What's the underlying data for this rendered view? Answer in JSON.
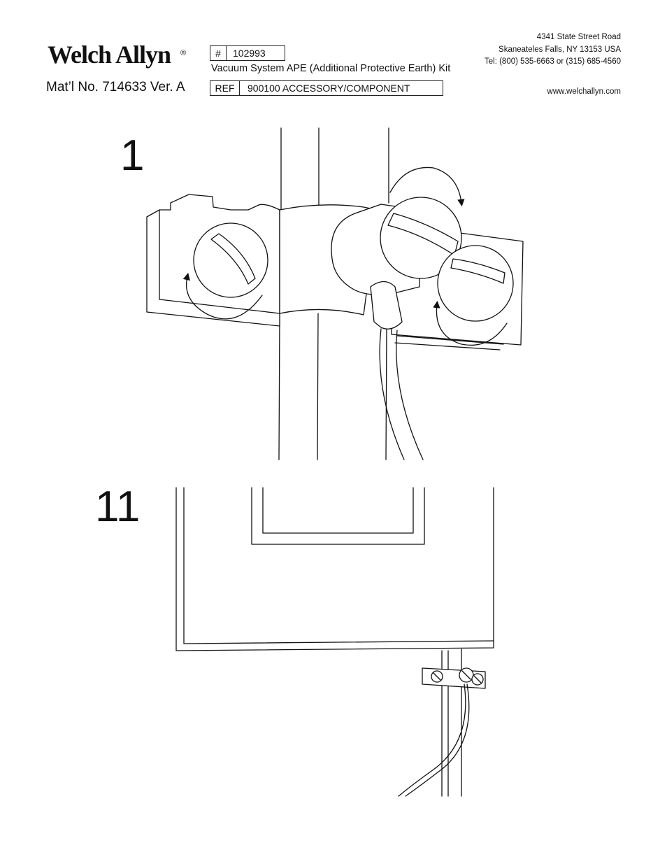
{
  "header": {
    "logo_text": "Welch Allyn",
    "logo_reg": "®",
    "material_no": "Mat’l No. 714633 Ver. A",
    "part_number_label": "#",
    "part_number_value": "102993",
    "kit_title": "Vacuum System APE (Additional Protective Earth) Kit",
    "ref_label": "REF",
    "ref_value": "900100 ACCESSORY/COMPONENT"
  },
  "address": {
    "line1": "4341 State Street Road",
    "line2": "Skaneateles Falls, NY 13153 USA",
    "line3": "Tel: (800) 535-6663 or (315) 685-4560",
    "website": "www.welchallyn.com"
  },
  "steps": [
    {
      "number": "1"
    },
    {
      "number": "11"
    }
  ]
}
